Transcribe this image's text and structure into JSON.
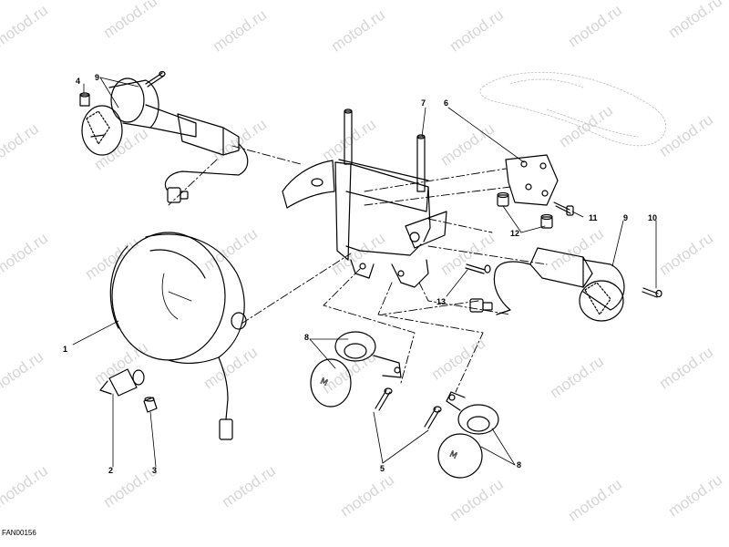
{
  "watermark": "motod.ru",
  "drawing_code": "FAN00156",
  "callouts": [
    "1",
    "2",
    "3",
    "4",
    "5",
    "6",
    "7",
    "8",
    "8",
    "9",
    "9",
    "10",
    "11",
    "12",
    "13"
  ]
}
